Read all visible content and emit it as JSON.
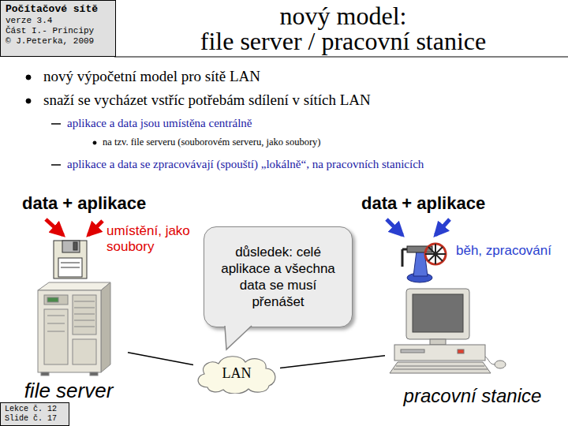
{
  "diagram": {
    "title": "nový model: file server / pracovní stanice",
    "nodes": [
      {
        "text": [
          "Počítačové sítě",
          "verze 3.4",
          "Část I.- Principy",
          "© J.Peterka, 2009"
        ]
      },
      {
        "text": [
          "důsledek: celé aplikace a všechna data se musí přenášet"
        ]
      },
      {
        "text": [
          "file server"
        ]
      },
      {
        "text": [
          "LAN"
        ]
      },
      {
        "text": [
          "pracovní stanice"
        ]
      },
      {
        "text": [
          "Lekce č. 12",
          "Slide č. 17"
        ]
      }
    ],
    "edges": [
      {
        "from": 2,
        "to": 3,
        "arrow": "none"
      },
      {
        "from": 3,
        "to": 4,
        "arrow": "none"
      }
    ],
    "labels": [
      "nový výpočetní model pro sítě LAN",
      "snaží se vycházet vstříc potřebám sdílení v sítích LAN",
      "aplikace a data jsou umístěna centrálně",
      "na tzv. file serveru (souborovém serveru, jako soubory)",
      "aplikace a data se zpracovávají (spouští) „lokálně“, na pracovních stanicích",
      "data + aplikace",
      "umístění, jako soubory",
      "data + aplikace",
      "běh, zpracování"
    ]
  }
}
